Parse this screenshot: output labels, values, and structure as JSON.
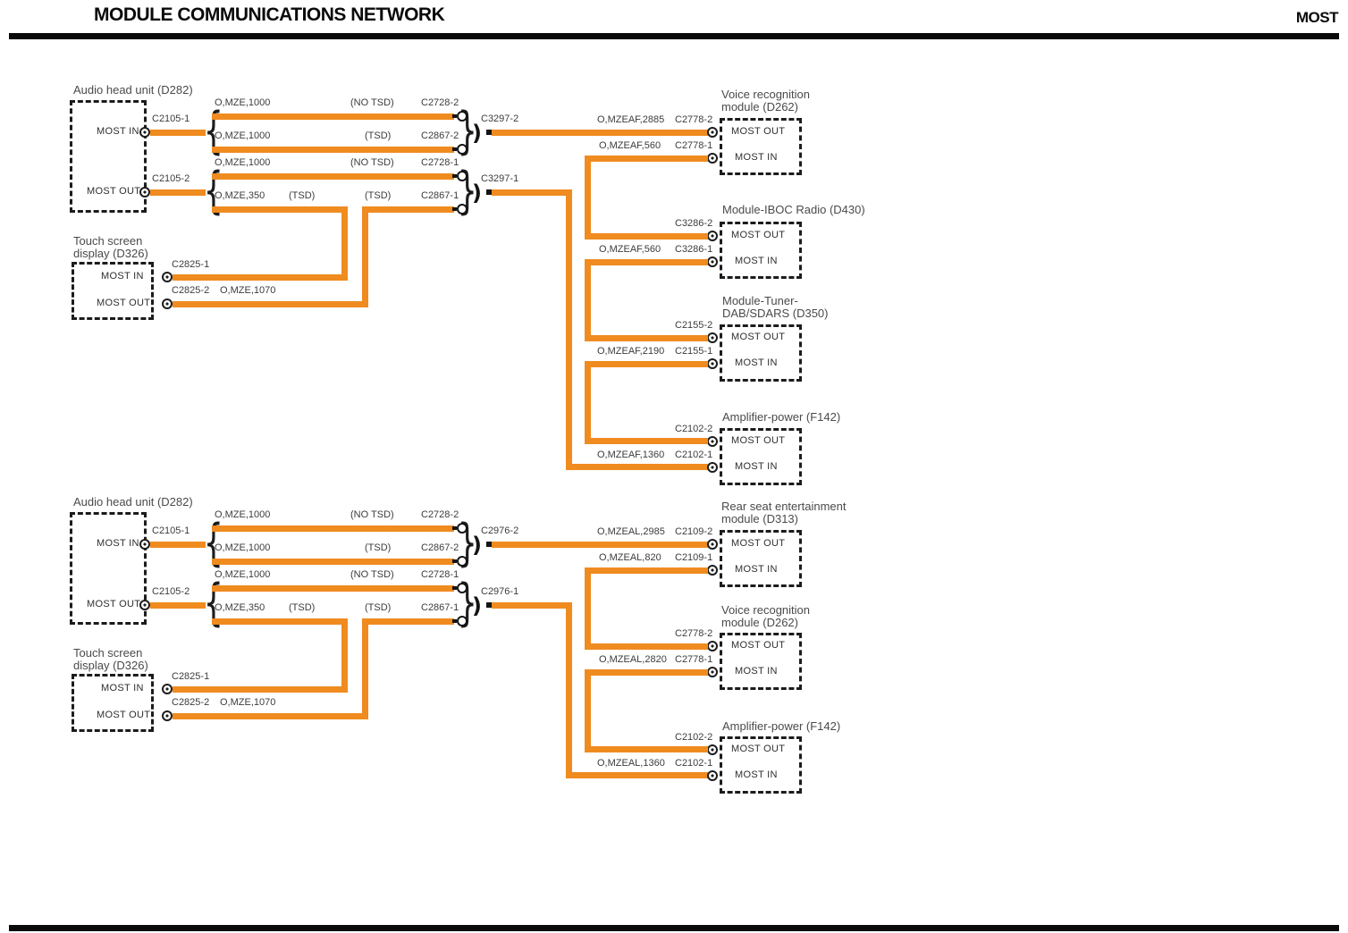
{
  "colors": {
    "wire": "#EF8B1F",
    "line": "#0a0a0a",
    "text": "#3c3c3c"
  },
  "header": {
    "title": "MODULE COMMUNICATIONS NETWORK",
    "corner": "MOST"
  },
  "common": {
    "most_in": "MOST IN",
    "most_out": "MOST OUT"
  },
  "s1": {
    "head_unit": {
      "title": "Audio head unit (D282)",
      "in_conn": "C2105-1",
      "out_conn": "C2105-2"
    },
    "rows": {
      "r1": {
        "circuit": "O,MZE,1000",
        "opt": "(NO TSD)",
        "conn": "C2728-2"
      },
      "r2": {
        "circuit": "O,MZE,1000",
        "opt": "(TSD)",
        "conn": "C2867-2"
      },
      "r3": {
        "circuit": "O,MZE,1000",
        "opt": "(NO TSD)",
        "conn": "C2728-1"
      },
      "r4": {
        "circuit": "O,MZE,350",
        "opt1": "(TSD)",
        "opt2": "(TSD)",
        "conn": "C2867-1"
      }
    },
    "splices": {
      "top": "C3297-2",
      "bottom": "C3297-1"
    },
    "touch": {
      "title1": "Touch screen",
      "title2": "display (D326)",
      "in_conn": "C2825-1",
      "out_conn": "C2825-2",
      "out_circuit": "O,MZE,1070"
    },
    "vr": {
      "title1": "Voice recognition",
      "title2": "module (D262)",
      "out_circuit": "O,MZEAF,2885",
      "out_conn": "C2778-2",
      "in_circuit": "O,MZEAF,560",
      "in_conn": "C2778-1"
    },
    "iboc": {
      "title1": "Module-IBOC Radio (D430)",
      "out_conn": "C3286-2",
      "in_circuit": "O,MZEAF,560",
      "in_conn": "C3286-1"
    },
    "dab": {
      "title1": "Module-Tuner-",
      "title2": "DAB/SDARS (D350)",
      "out_conn": "C2155-2",
      "in_circuit": "O,MZEAF,2190",
      "in_conn": "C2155-1"
    },
    "amp": {
      "title1": "Amplifier-power (F142)",
      "out_conn": "C2102-2",
      "in_circuit": "O,MZEAF,1360",
      "in_conn": "C2102-1"
    }
  },
  "s2": {
    "head_unit": {
      "title": "Audio head unit (D282)",
      "in_conn": "C2105-1",
      "out_conn": "C2105-2"
    },
    "rows": {
      "r1": {
        "circuit": "O,MZE,1000",
        "opt": "(NO TSD)",
        "conn": "C2728-2"
      },
      "r2": {
        "circuit": "O,MZE,1000",
        "opt": "(TSD)",
        "conn": "C2867-2"
      },
      "r3": {
        "circuit": "O,MZE,1000",
        "opt": "(NO TSD)",
        "conn": "C2728-1"
      },
      "r4": {
        "circuit": "O,MZE,350",
        "opt1": "(TSD)",
        "opt2": "(TSD)",
        "conn": "C2867-1"
      }
    },
    "splices": {
      "top": "C2976-2",
      "bottom": "C2976-1"
    },
    "touch": {
      "title1": "Touch screen",
      "title2": "display (D326)",
      "in_conn": "C2825-1",
      "out_conn": "C2825-2",
      "out_circuit": "O,MZE,1070"
    },
    "rse": {
      "title1": "Rear seat entertainment",
      "title2": "module (D313)",
      "out_circuit": "O,MZEAL,2985",
      "out_conn": "C2109-2",
      "in_circuit": "O,MZEAL,820",
      "in_conn": "C2109-1"
    },
    "vr": {
      "title1": "Voice recognition",
      "title2": "module (D262)",
      "out_conn": "C2778-2",
      "in_circuit": "O,MZEAL,2820",
      "in_conn": "C2778-1"
    },
    "amp": {
      "title1": "Amplifier-power (F142)",
      "out_conn": "C2102-2",
      "in_circuit": "O,MZEAL,1360",
      "in_conn": "C2102-1"
    }
  }
}
